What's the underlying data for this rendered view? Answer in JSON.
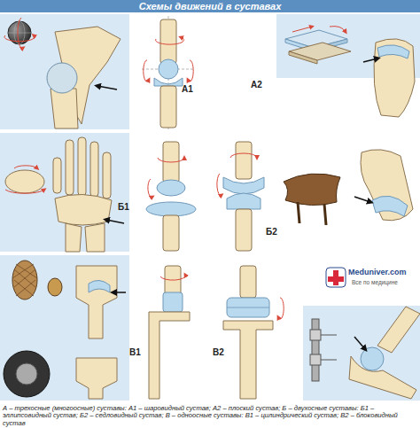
{
  "diagram": {
    "title": "Схемы движений в суставах",
    "caption": "А – трехосные (многоосные) суставы: А1 – шаровидный сустав; А2 – плоский сустав; Б – двухосные суставы: Б1 – эллипсовидный сустав; Б2 – седловидный сустав; В – одноосные суставы: В1 – цилиндрический сустав; В2 – блоковидный сустав",
    "labels": [
      "А1",
      "А2",
      "Б1",
      "Б2",
      "В1",
      "В2",
      "Meduniver.com",
      "Все по медицине"
    ]
  }
}
